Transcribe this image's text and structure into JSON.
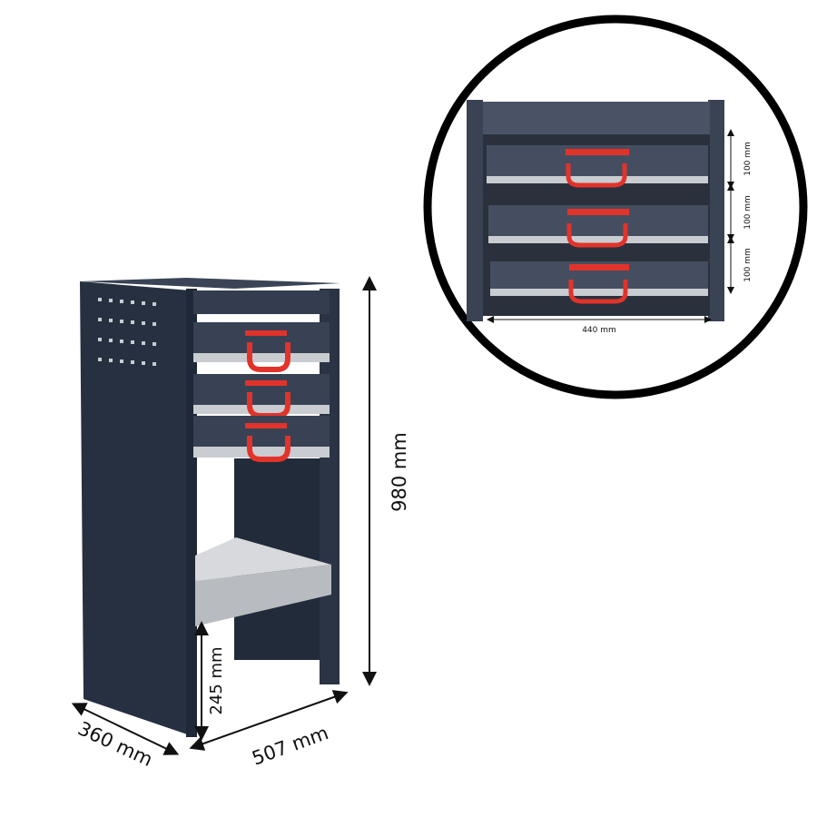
{
  "dimensions": {
    "height": "980 mm",
    "width": "507 mm",
    "depth": "360 mm",
    "floor_clearance": "245 mm"
  },
  "detail": {
    "drawer_heights": [
      "100 mm",
      "100 mm",
      "100 mm"
    ],
    "drawer_width": "440 mm"
  },
  "colors": {
    "cabinet": "#2b3444",
    "handle": "#e2332b",
    "rail": "#c9ccd0"
  }
}
